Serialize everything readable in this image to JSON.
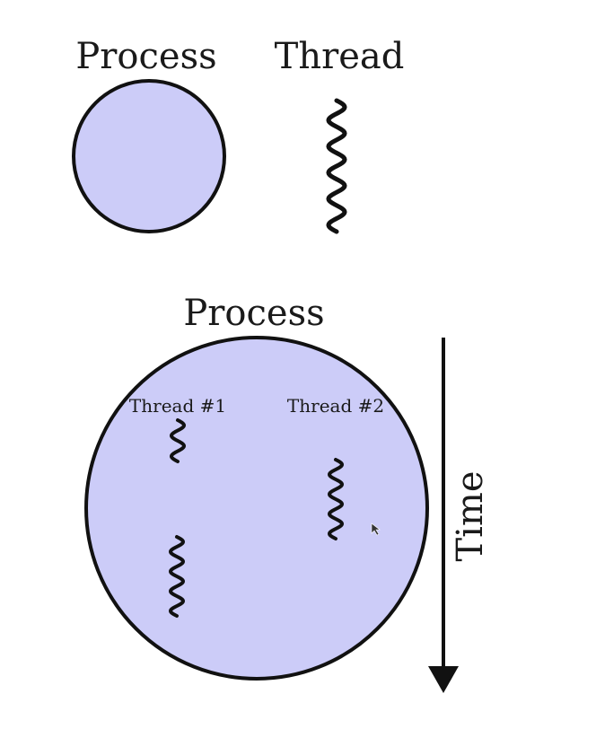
{
  "legend": {
    "process_label": "Process",
    "thread_label": "Thread"
  },
  "main": {
    "process_label": "Process",
    "thread1_label": "Thread #1",
    "thread2_label": "Thread #2",
    "time_label": "Time"
  },
  "colors": {
    "process_fill": "#ccccf8",
    "stroke": "#111111",
    "background": "#ffffff"
  }
}
